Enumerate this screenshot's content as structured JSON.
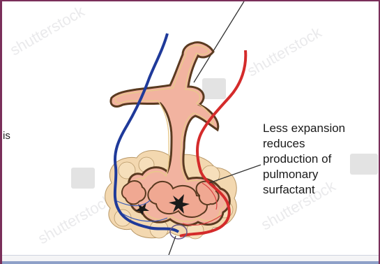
{
  "labels": {
    "left_fragment": "is",
    "caption_lines": [
      "Less expansion",
      "reduces",
      "production of",
      "pulmonary",
      "surfactant"
    ]
  },
  "colors": {
    "alveolus_fill": "#f2b3a0",
    "alveolus_outline": "#5a3a20",
    "capillary_fill": "#f3d8b0",
    "vein": "#1f3a9a",
    "artery": "#d42b2b",
    "leader_line": "#333333",
    "frame": "#7a2f5a"
  },
  "watermark": {
    "text": "shutterstock"
  }
}
